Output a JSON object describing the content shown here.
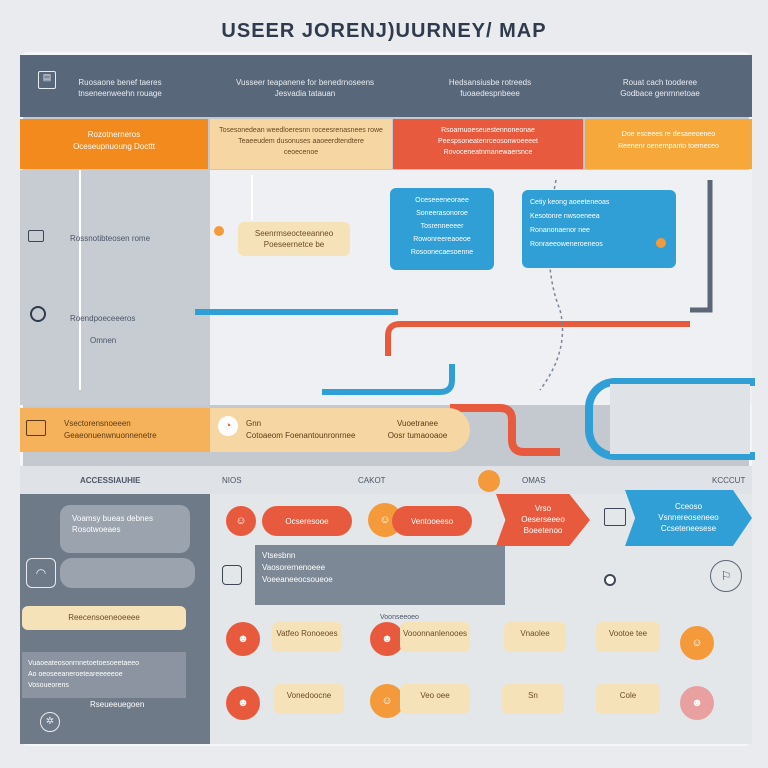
{
  "title": "USEER JORENJ)UURNEY/ MAP",
  "header": {
    "col1": [
      "Ruosaone benef taeres",
      "tnseneenweehn rouage"
    ],
    "col2": [
      "Vusseer teapanene for benedrnoseens",
      "Jesvadia tatauan"
    ],
    "col3": [
      "Hedsansiusbe rotreeds",
      "fuoaedespnbeee"
    ],
    "col4": [
      "Rouat cach tooderee",
      "Godbace genrnnetoae"
    ]
  },
  "band1": {
    "left": [
      "Rozotnerneros",
      "Oceseupnuoung Docttt"
    ],
    "mid": [
      "Tosesonedean weedloeresnn roceesrenasnees rowe",
      "Teaeeudem dusonuses aaoeerdtendtere",
      "ceoecenoe"
    ],
    "red": [
      "Rsoarnuoeseuestennoneonae",
      "Peespsoneatenrceosonwoeeeet",
      "Rovoceneatnmanewaersnce"
    ],
    "right": [
      "Doe esceees re desaeeoeneo",
      "Reenenr oenernpanto toemeceo"
    ]
  },
  "row2": {
    "label1": "Rossnotibteosen rome",
    "label2": "Roendpoeceeeros",
    "label3": "Omnen",
    "tag": [
      "Seenrmseocteeanneo",
      "Poeseernetce be"
    ],
    "blue1": [
      "Oceseeeneoraee",
      "Soneerasonoroe",
      "Tosrenneeeer",
      "Rowonreereaoeoe",
      "Rosoonecaesoenne"
    ],
    "blue2": [
      "Cetiy keong aoeeteneoas",
      "Kesotonre nwsoeneea",
      "Ronanonaenor nee",
      "Ronraeeoweneroeneos"
    ]
  },
  "band2": {
    "left": [
      "Vsectorensnoeeen",
      "Geaeonuenwnuonnenetre"
    ],
    "mid": [
      "Gnn",
      "Cotoaeom Foenantounronrnee"
    ],
    "right": [
      "Vuoetranee",
      "Oosr tumaooaoe"
    ]
  },
  "stages": [
    "ACCESSIAUHIE",
    "NIOS",
    "CAKOT",
    "OMAS",
    "KCCCUT"
  ],
  "left_panel": {
    "pill1": [
      "Voamsy bueas debnes",
      "Rosotwoeaes"
    ],
    "tag": "Reecensoeneoeeee",
    "foot": [
      "Vuaoeateosonrnnetoetoesoeetaeeo",
      "Ao oeoseeaneroeteareeeeeoe",
      "Vosoueorens"
    ],
    "bottom": "Rseueeuegoen"
  },
  "flow": {
    "pill_red": "Ocseresooe",
    "pill_red2": "Ventooeeso",
    "arrow_red": [
      "Vrso",
      "Oeserseeeo",
      "Boeetenoo"
    ],
    "arrow_blue": [
      "Cceoso",
      "Vsnnereoseneeo",
      "Ccseteneesese"
    ],
    "grey_box": [
      "Vtsesbnn",
      "Vaosorernenoeee",
      "Voeeaneeocsoueoe"
    ],
    "tags_row1": [
      "Vatfeo Ronoeoes",
      "Vooonnanlenooes",
      "Vnaolee",
      "Vootoe tee"
    ],
    "tags_row2": [
      "Vonedoocne",
      "Veo oee",
      "Sn",
      "Cole"
    ],
    "note": "Voonseeoeo"
  }
}
